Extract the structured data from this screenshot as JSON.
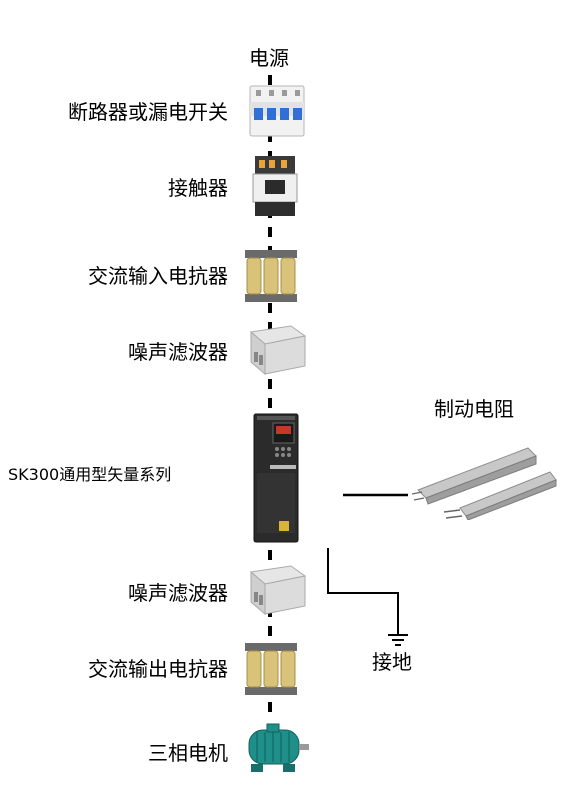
{
  "diagram": {
    "title": "电源",
    "components": [
      {
        "label": "断路器或漏电开关",
        "icon": "circuit-breaker-icon"
      },
      {
        "label": "接触器",
        "icon": "contactor-icon"
      },
      {
        "label": "交流输入电抗器",
        "icon": "reactor-icon"
      },
      {
        "label": "噪声滤波器",
        "icon": "filter-icon"
      },
      {
        "label": "SK300通用型矢量系列",
        "icon": "inverter-icon"
      },
      {
        "label": "噪声滤波器",
        "icon": "filter-icon"
      },
      {
        "label": "交流输出电抗器",
        "icon": "reactor-icon"
      },
      {
        "label": "三相电机",
        "icon": "motor-icon"
      }
    ],
    "braking_resistor": {
      "label": "制动电阻",
      "icon": "braking-resistor-icon"
    },
    "ground": {
      "label": "接地",
      "icon": "ground-icon"
    },
    "colors": {
      "line": "#000000",
      "motor": "#1f8f8a",
      "reactor_coil": "#d9c27a"
    }
  }
}
